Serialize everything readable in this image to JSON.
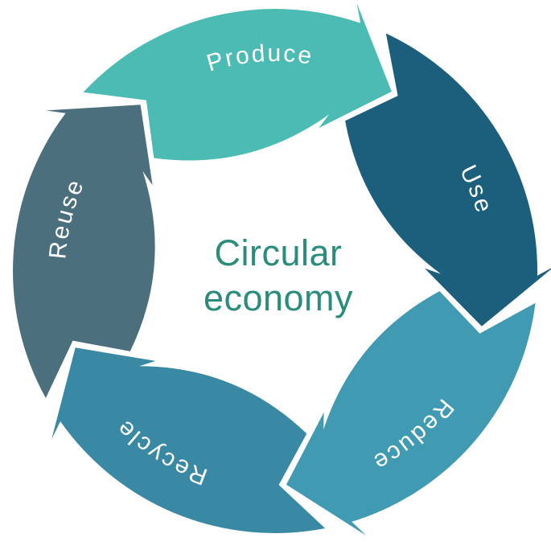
{
  "diagram": {
    "background_color": "#FFFFFF",
    "center_title": {
      "line1": "Circular",
      "line2": "economy",
      "color": "#2A8C7A"
    },
    "label_text_color": "#FFFFFF",
    "flow_direction": "clockwise",
    "segments": [
      {
        "label": "Produce",
        "color": "#4CBBB4"
      },
      {
        "label": "Use",
        "color": "#1C5F7C"
      },
      {
        "label": "Reduce",
        "color": "#3F9AB2"
      },
      {
        "label": "Recycle",
        "color": "#3A89A4"
      },
      {
        "label": "Reuse",
        "color": "#4C6F7E"
      }
    ]
  }
}
